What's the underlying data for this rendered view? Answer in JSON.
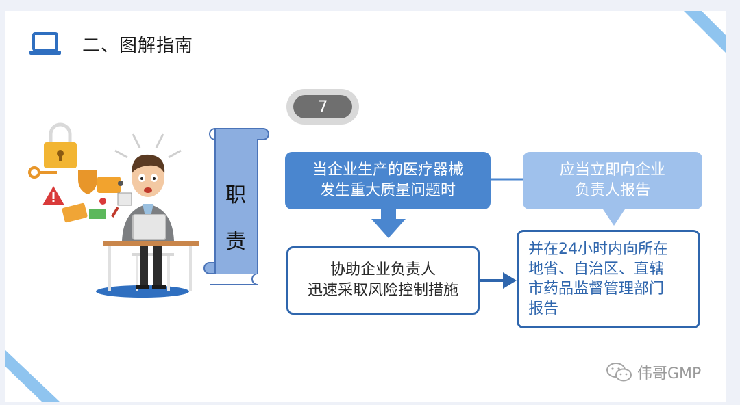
{
  "header": {
    "title": "二、图解指南",
    "icon": "laptop-icon"
  },
  "step": {
    "number": "7"
  },
  "scroll": {
    "line1": "职",
    "line2": "责"
  },
  "flow": {
    "condition": [
      "当企业生产的医疗器械",
      "发生重大质量问题时"
    ],
    "report_responsible": [
      "应当立即向企业",
      "负责人报告"
    ],
    "assist": [
      "协助企业负责人",
      "迅速采取风险控制措施"
    ],
    "report_authority": [
      "并在24小时内向所在",
      "地省、自治区、直辖",
      "市药品监督管理部门",
      "报告"
    ]
  },
  "watermark": {
    "text": "伟哥GMP",
    "icon": "wechat-icon"
  },
  "colors": {
    "primary": "#4a86cf",
    "light": "#9fc1ec",
    "outline": "#2f66ad",
    "scroll": "#8caee0",
    "corner": "#8fc4ef"
  }
}
